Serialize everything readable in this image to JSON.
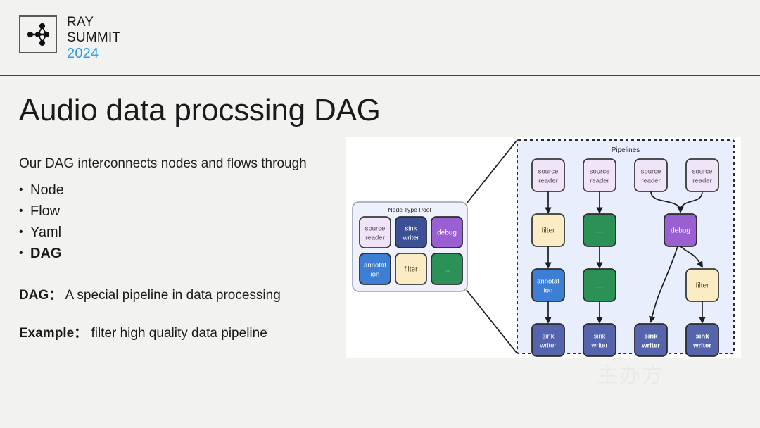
{
  "header": {
    "logo_lines": [
      "RAY",
      "SUMMIT"
    ],
    "logo_year": "2024",
    "year_color": "#2e9bf0",
    "logo_icon": "ray-node-graph-icon"
  },
  "slide": {
    "title": "Audio data procssing DAG",
    "intro": "Our DAG interconnects nodes and flows through",
    "bullets": [
      {
        "label": "Node",
        "bold": false
      },
      {
        "label": "Flow",
        "bold": false
      },
      {
        "label": "Yaml",
        "bold": false
      },
      {
        "label": "DAG",
        "bold": true
      }
    ],
    "definitions": [
      {
        "term": "DAG：",
        "text": "A special pipeline in data processing"
      },
      {
        "term": "Example：",
        "text": "filter high quality data pipeline"
      }
    ],
    "watermark": "主办方"
  },
  "diagram": {
    "node_pool": {
      "title": "Node Type Pool",
      "nodes": [
        {
          "label": "source reader",
          "lines": [
            "source",
            "reader"
          ],
          "fill": "#f0e4f7",
          "stroke": "#3a3a3a",
          "text": "#54415f",
          "bold": false
        },
        {
          "label": "sink writer",
          "lines": [
            "sink",
            "writer"
          ],
          "fill": "#3c5096",
          "stroke": "#2b2b2b",
          "text": "#ffffff",
          "bold": false
        },
        {
          "label": "debug",
          "lines": [
            "debug"
          ],
          "fill": "#9a5fd0",
          "stroke": "#2b2b2b",
          "text": "#ffffff",
          "bold": false
        },
        {
          "label": "annotation",
          "lines": [
            "annotat",
            "ion"
          ],
          "fill": "#3c7fd4",
          "stroke": "#2b2b2b",
          "text": "#ffffff",
          "bold": false
        },
        {
          "label": "filter",
          "lines": [
            "filter"
          ],
          "fill": "#fcecc4",
          "stroke": "#3a3a3a",
          "text": "#5a4b22",
          "bold": false
        },
        {
          "label": "...",
          "lines": [
            "..."
          ],
          "fill": "#2b9156",
          "stroke": "#2b2b2b",
          "text": "#8fd8ad",
          "bold": false
        }
      ]
    },
    "pipelines": {
      "title": "Pipelines",
      "panel_fill": "#e8eefc",
      "panel_stroke": "#2b2b2b",
      "columns": [
        {
          "name": "pipeline-1",
          "nodes": [
            {
              "label": "source reader",
              "lines": [
                "source",
                "reader"
              ],
              "fill": "#f0e4f7",
              "stroke": "#3a3a3a",
              "text": "#54415f",
              "bold": false
            },
            {
              "label": "filter",
              "lines": [
                "filter"
              ],
              "fill": "#fcecc4",
              "stroke": "#3a3a3a",
              "text": "#5a4b22",
              "bold": false
            },
            {
              "label": "annotation",
              "lines": [
                "annotat",
                "ion"
              ],
              "fill": "#3c7fd4",
              "stroke": "#2b2b2b",
              "text": "#ffffff",
              "bold": false
            },
            {
              "label": "sink writer",
              "lines": [
                "sink",
                "writer"
              ],
              "fill": "#5465ad",
              "stroke": "#2b2b2b",
              "text": "#ffffff",
              "bold": false
            }
          ]
        },
        {
          "name": "pipeline-2",
          "nodes": [
            {
              "label": "source reader",
              "lines": [
                "source",
                "reader"
              ],
              "fill": "#f0e4f7",
              "stroke": "#3a3a3a",
              "text": "#54415f",
              "bold": false
            },
            {
              "label": "...",
              "lines": [
                "..."
              ],
              "fill": "#2b9156",
              "stroke": "#2b2b2b",
              "text": "#8fd8ad",
              "bold": false
            },
            {
              "label": "...",
              "lines": [
                "..."
              ],
              "fill": "#2b9156",
              "stroke": "#2b2b2b",
              "text": "#8fd8ad",
              "bold": false
            },
            {
              "label": "sink writer",
              "lines": [
                "sink",
                "writer"
              ],
              "fill": "#5465ad",
              "stroke": "#2b2b2b",
              "text": "#ffffff",
              "bold": false
            }
          ]
        },
        {
          "name": "pipeline-3",
          "nodes": [
            {
              "label": "source reader",
              "lines": [
                "source",
                "reader"
              ],
              "fill": "#f0e4f7",
              "stroke": "#3a3a3a",
              "text": "#54415f",
              "bold": false
            },
            {
              "label": "sink writer",
              "lines": [
                "sink",
                "writer"
              ],
              "fill": "#5465ad",
              "stroke": "#2b2b2b",
              "text": "#ffffff",
              "bold": true
            }
          ]
        },
        {
          "name": "pipeline-4",
          "nodes": [
            {
              "label": "source reader",
              "lines": [
                "source",
                "reader"
              ],
              "fill": "#f0e4f7",
              "stroke": "#3a3a3a",
              "text": "#54415f",
              "bold": false
            },
            {
              "label": "debug",
              "lines": [
                "debug"
              ],
              "fill": "#9a5fd0",
              "stroke": "#2b2b2b",
              "text": "#ffffff",
              "bold": false
            },
            {
              "label": "filter",
              "lines": [
                "filter"
              ],
              "fill": "#fcecc4",
              "stroke": "#3a3a3a",
              "text": "#5a4b22",
              "bold": false
            },
            {
              "label": "sink writer",
              "lines": [
                "sink",
                "writer"
              ],
              "fill": "#5465ad",
              "stroke": "#2b2b2b",
              "text": "#ffffff",
              "bold": true
            }
          ]
        }
      ]
    }
  }
}
